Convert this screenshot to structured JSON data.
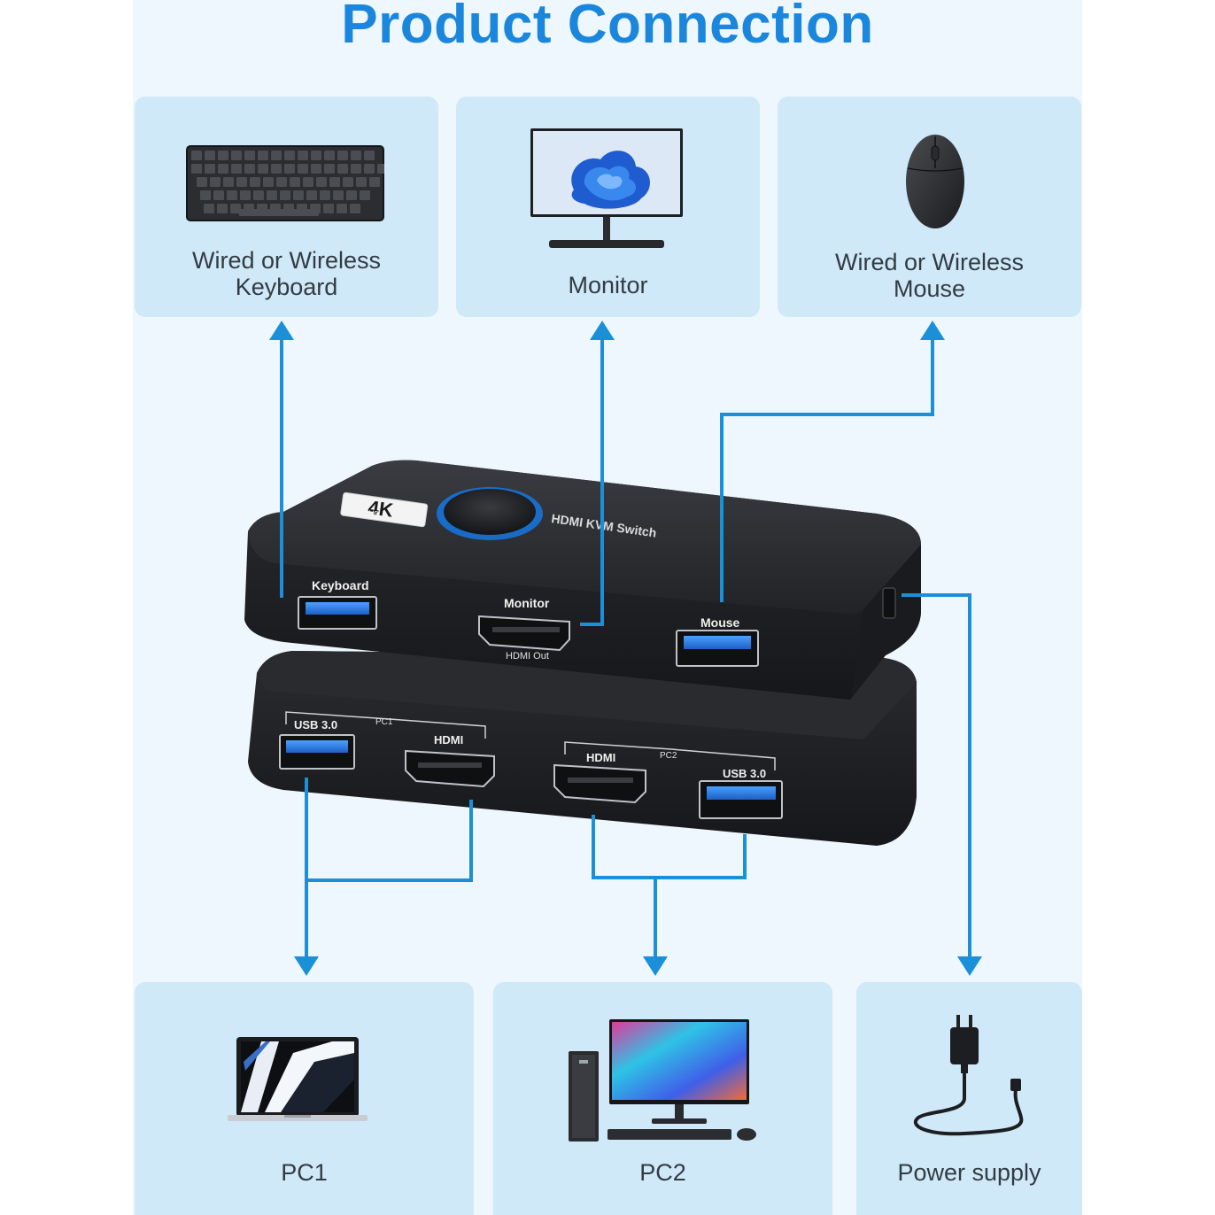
{
  "title": "Product Connection",
  "top_cards": [
    {
      "label": "Wired or Wireless\nKeyboard",
      "icon": "keyboard-icon"
    },
    {
      "label": "Monitor",
      "icon": "monitor-icon"
    },
    {
      "label": "Wired or Wireless\nMouse",
      "icon": "mouse-icon"
    }
  ],
  "bottom_cards": [
    {
      "label": "PC1",
      "icon": "laptop-icon"
    },
    {
      "label": "PC2",
      "icon": "desktop-pc-icon"
    },
    {
      "label": "Power supply",
      "icon": "power-adapter-icon"
    }
  ],
  "device": {
    "badge_main": "4K",
    "badge_sub": "ULTRA HD",
    "brand_text": "HDMI KVM Switch",
    "top_ports": {
      "keyboard": "Keyboard",
      "monitor": "Monitor",
      "hdmi_out": "HDMI Out",
      "mouse": "Mouse"
    },
    "bottom_ports": {
      "pc1": "PC1",
      "pc1_usb": "USB 3.0",
      "pc1_hdmi": "HDMI",
      "pc2": "PC2",
      "pc2_hdmi": "HDMI",
      "pc2_usb": "USB 3.0"
    }
  },
  "colors": {
    "accent": "#1a86dc",
    "wire": "#1b8fd8",
    "card_bg": "#cfe9f9",
    "panel_bg": "#eef7fd",
    "device": "#1e1f22",
    "usb_blue": "#2f7fe0"
  }
}
